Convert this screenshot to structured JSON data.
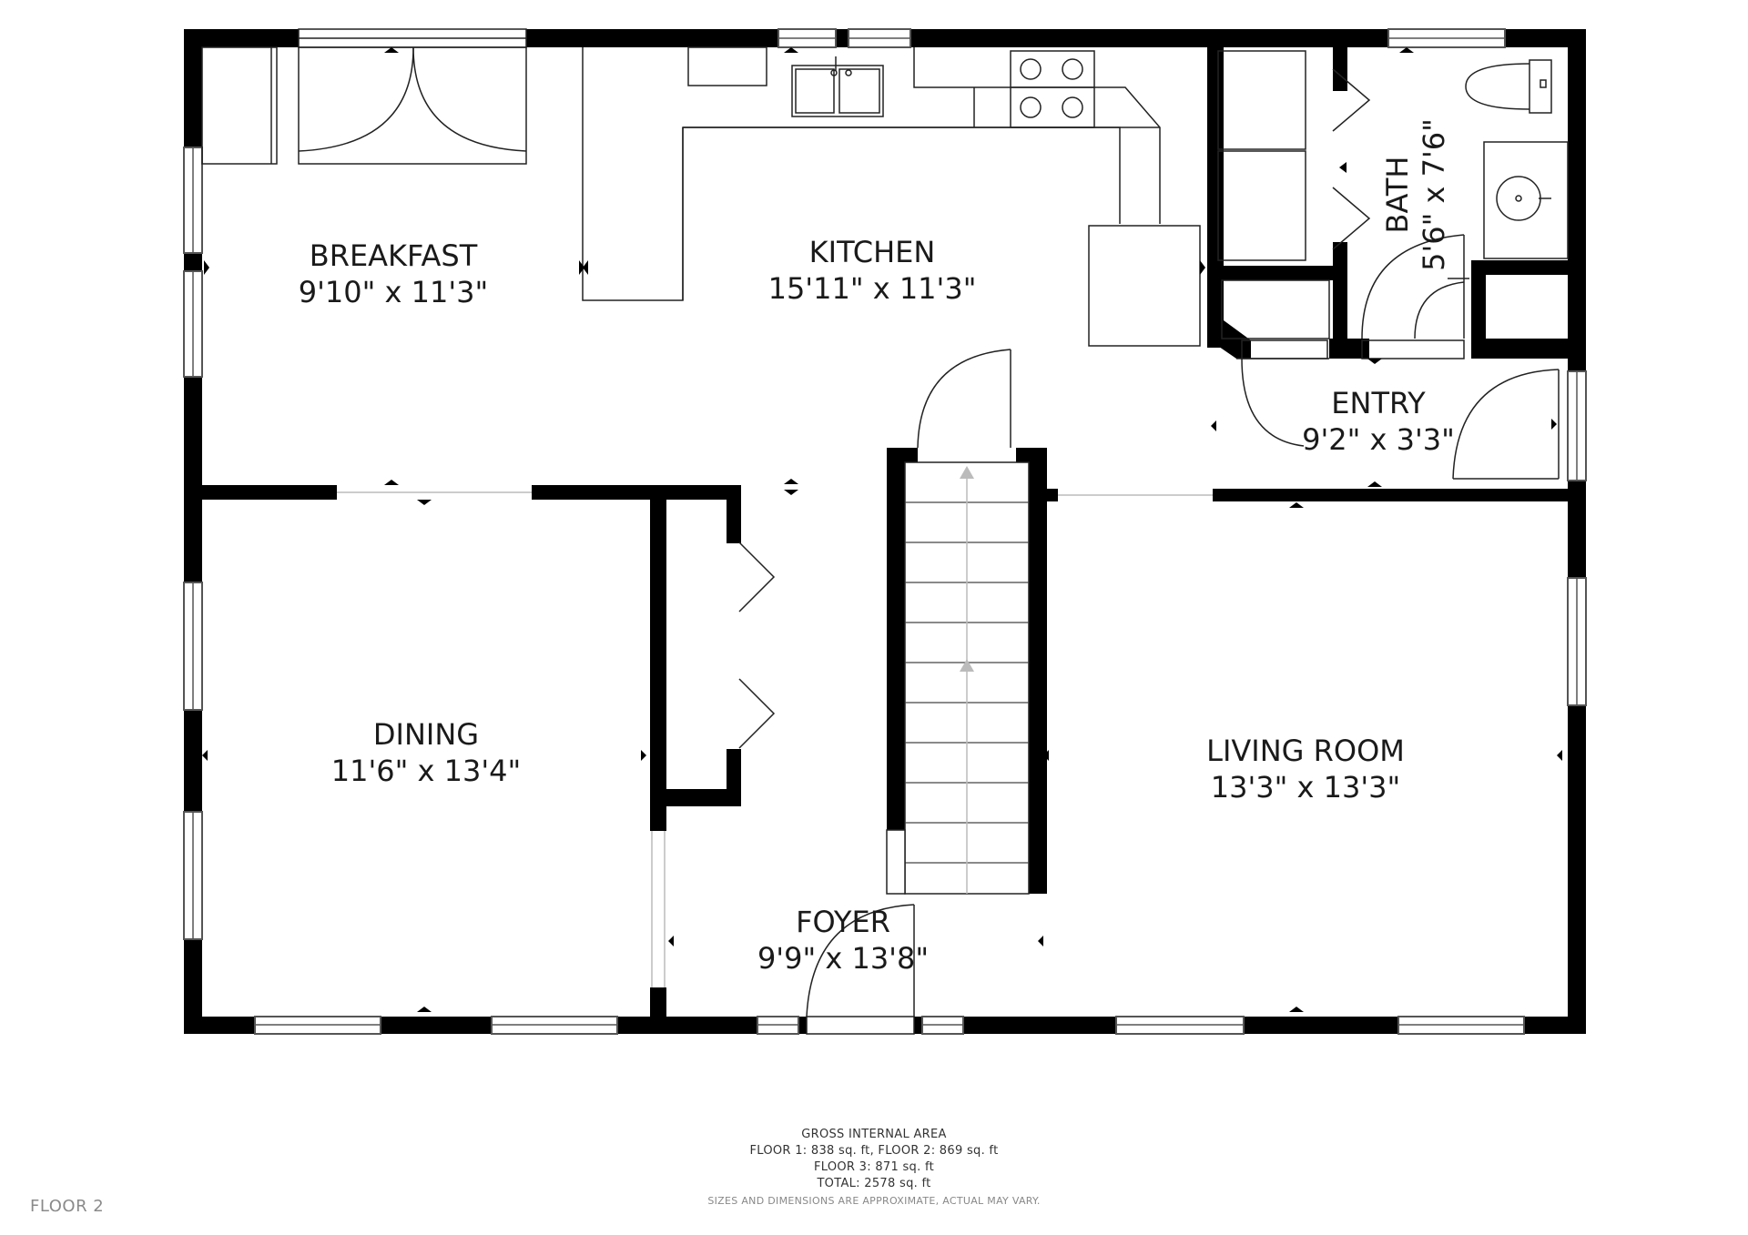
{
  "rooms": [
    {
      "name": "BREAKFAST",
      "size": "9'10\" x 11'3\""
    },
    {
      "name": "KITCHEN",
      "size": "15'11\" x 11'3\""
    },
    {
      "name": "BATH",
      "size": "5'6\" x 7'6\""
    },
    {
      "name": "ENTRY",
      "size": "9'2\" x 3'3\""
    },
    {
      "name": "DINING",
      "size": "11'6\" x 13'4\""
    },
    {
      "name": "LIVING ROOM",
      "size": "13'3\" x 13'3\""
    },
    {
      "name": "FOYER",
      "size": "9'9\" x 13'8\""
    }
  ],
  "summary": {
    "heading": "GROSS INTERNAL AREA",
    "line1": "FLOOR 1: 838 sq. ft, FLOOR 2: 869 sq. ft",
    "line2": "FLOOR 3: 871 sq. ft",
    "line3": "TOTAL: 2578 sq. ft",
    "note": "SIZES AND DIMENSIONS ARE APPROXIMATE, ACTUAL MAY VARY."
  },
  "floor_label": "FLOOR 2",
  "colors": {
    "wall": "#000000",
    "fixture_stroke": "#222222",
    "window_fill": "#ffffff",
    "window_stroke": "#555555"
  }
}
